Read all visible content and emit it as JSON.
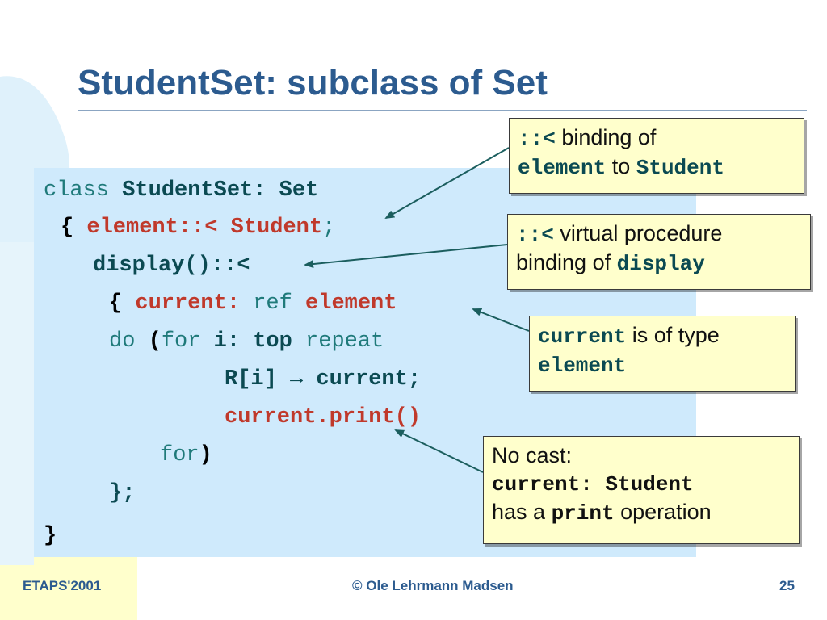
{
  "slide": {
    "title": "StudentSet: subclass of Set",
    "footer_left": "ETAPS'2001",
    "footer_center": "© Ole Lehrmann Madsen",
    "footer_right": "25"
  },
  "code": {
    "l1_kw": "class ",
    "l1_name": "StudentSet: Set",
    "l2_brace": "{ ",
    "l2_decl": "element::< Student",
    "l2_semi": ";",
    "l3_decl": "display()::<",
    "l4_brace": "{ ",
    "l4_var": "current:",
    "l4_ref": " ref ",
    "l4_type": "element",
    "l5_do": "do ",
    "l5_paren": "(",
    "l5_for": "for ",
    "l5_i": "i:",
    "l5_sp": " ",
    "l5_top": "top",
    "l5_repeat": " repeat",
    "l6_stmt": "R[i] → current;",
    "l7_stmt": "current.print()",
    "l8_for": "for",
    "l8_paren": ")",
    "l9_end": "};",
    "l10_end": "}"
  },
  "annotations": {
    "a1": {
      "op": "::<",
      "text1": " binding of",
      "elem": "element",
      "to": " to ",
      "student": "Student"
    },
    "a2": {
      "op": "::<",
      "text1": "  virtual procedure",
      "text2": "binding of ",
      "display": "display"
    },
    "a3": {
      "current": "current",
      "text1": "  is of type",
      "element": "element"
    },
    "a4": {
      "text1": "No cast:",
      "code": "current: Student",
      "has": "has a ",
      "print": "print",
      "operation": " operation"
    }
  },
  "colors": {
    "title": "#2c5b8f",
    "code_bg": "#cfeafc",
    "note_bg": "#ffffcc",
    "keyword_red": "#c0392b",
    "keyword_teal": "#1f7a7a",
    "arrow": "#1b5e5e"
  }
}
